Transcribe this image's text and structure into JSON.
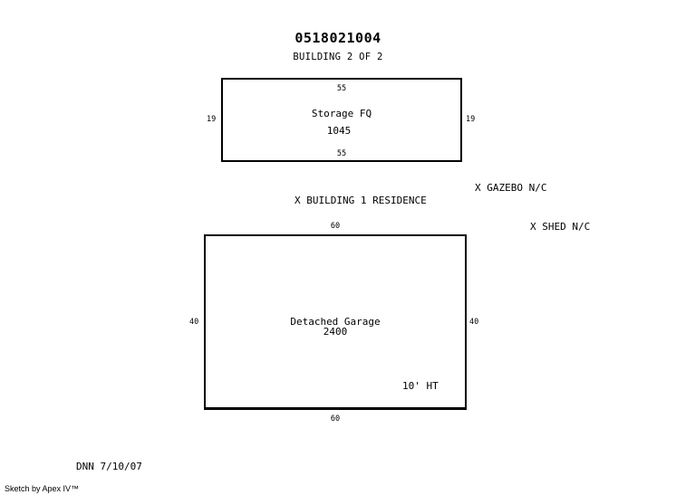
{
  "header": {
    "parcel_id": "0518021004",
    "building_caption": "BUILDING 2 OF 2"
  },
  "storage": {
    "top_dim": "55",
    "bottom_dim": "55",
    "left_dim": "19",
    "right_dim": "19",
    "name": "Storage FQ",
    "area": "1045"
  },
  "markers": {
    "gazebo": "X GAZEBO N/C",
    "building1": "X BUILDING 1 RESIDENCE",
    "shed": "X SHED N/C"
  },
  "garage": {
    "top_dim": "60",
    "bottom_dim": "60",
    "left_dim": "40",
    "right_dim": "40",
    "name": "Detached Garage",
    "area": "2400",
    "height_note": "10' HT"
  },
  "footer": {
    "initials_date": "DNN 7/10/07",
    "credit": "Sketch by Apex IV™"
  }
}
